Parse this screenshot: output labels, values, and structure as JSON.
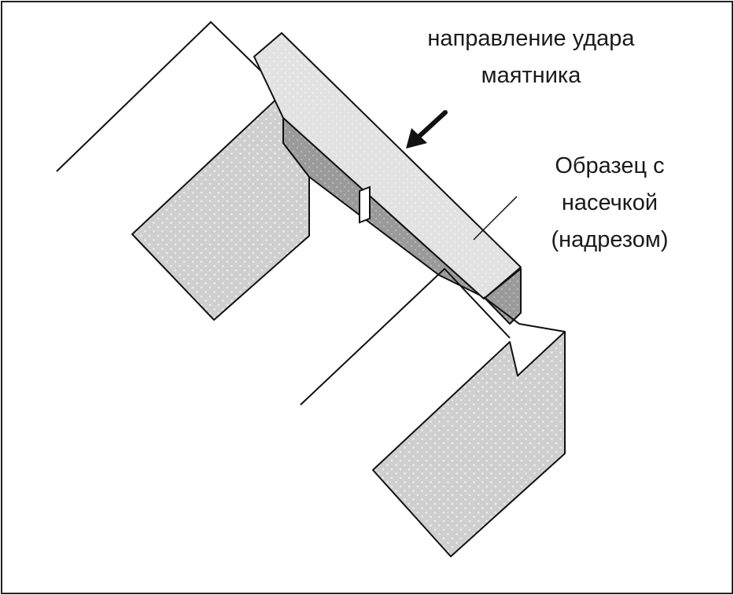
{
  "labels": {
    "impact_direction": [
      "направление удара",
      "маятника"
    ],
    "specimen": [
      "Образец с",
      "насечкой",
      "(надрезом)"
    ]
  },
  "colors": {
    "background": "#ffffff",
    "support_fill": "#cfcfcf",
    "support_dot": "#eaeaea",
    "specimen_top": "#e2e2e2",
    "specimen_side": "#9a9a9a",
    "notch": "#ffffff",
    "stroke": "#111111",
    "frame": "#222222"
  },
  "icons": {
    "impact_arrow": "arrow-down-left-icon",
    "notch": "notch-icon"
  }
}
